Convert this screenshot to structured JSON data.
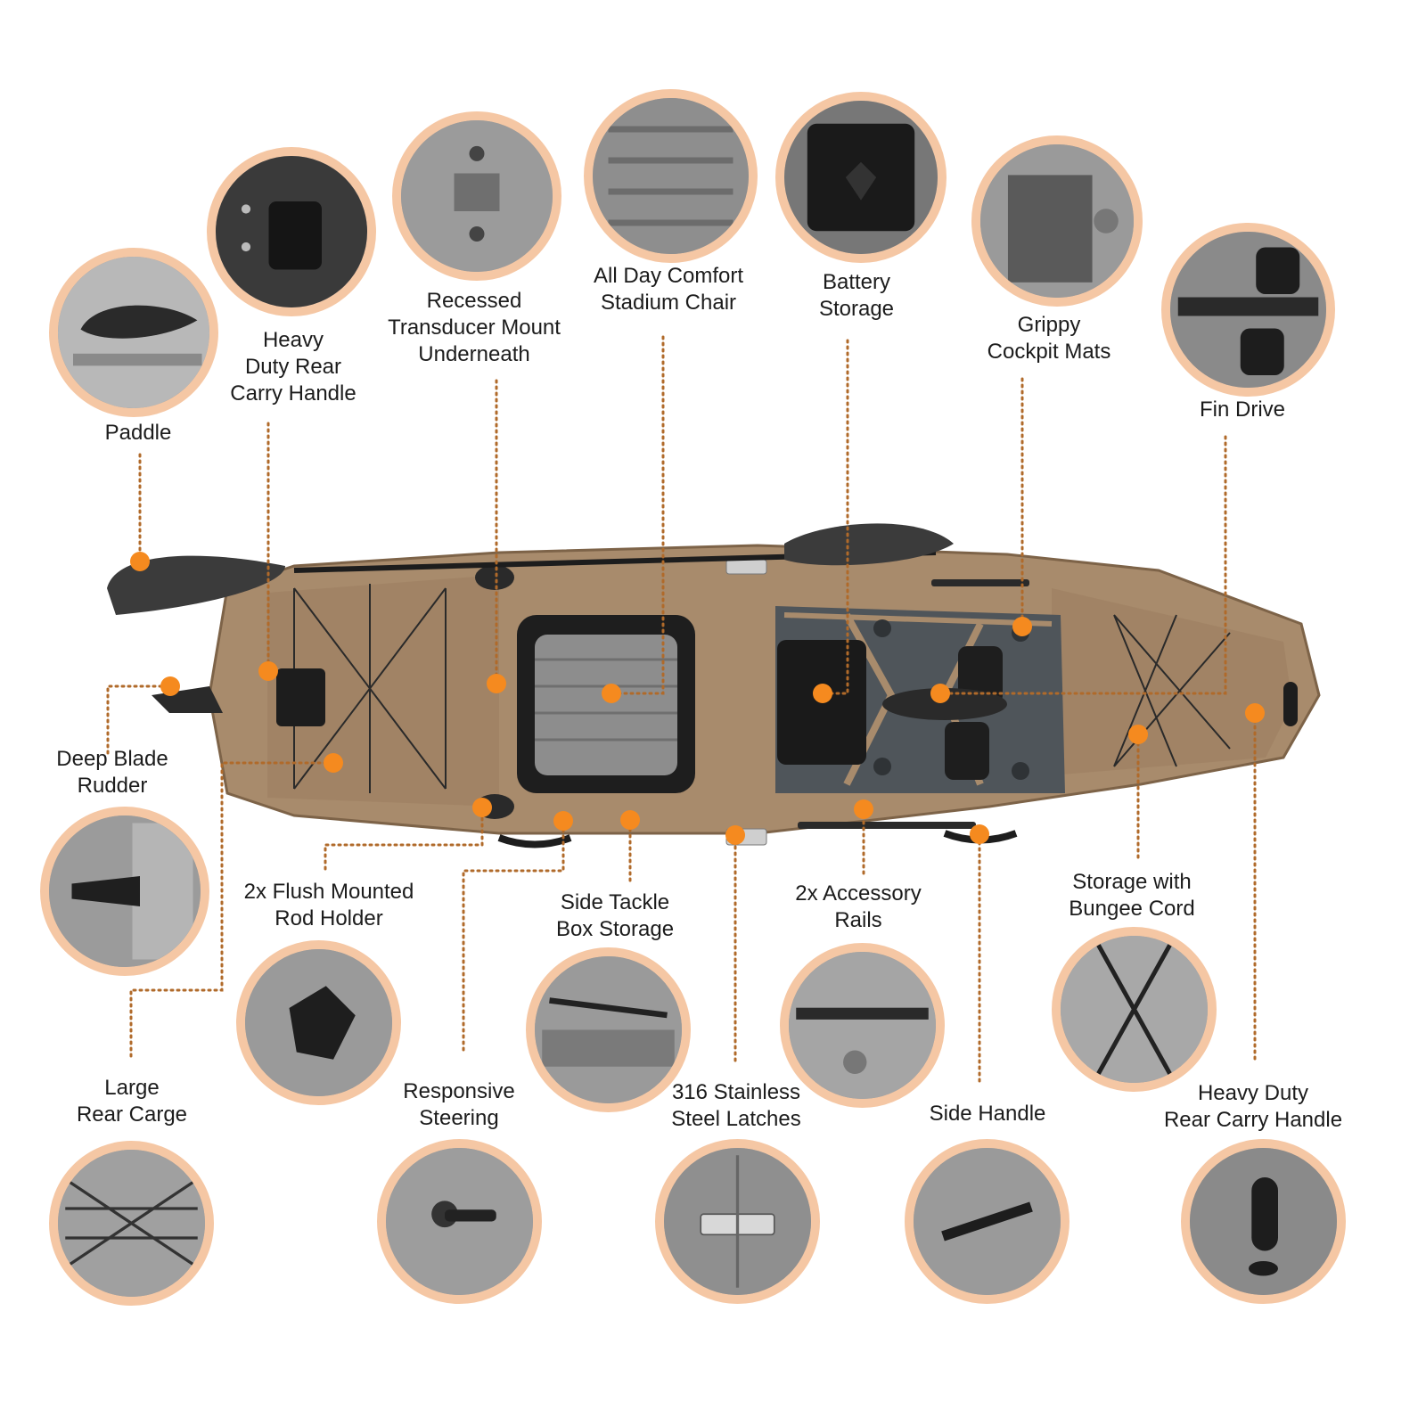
{
  "colors": {
    "accent": "#f58a1f",
    "ring": "#f5c7a4",
    "hull": "#a88b6c",
    "hull_dark": "#7d6348",
    "mat": "#4f555a",
    "line": "#b06a2a"
  },
  "callouts": [
    {
      "id": "paddle",
      "lines": [
        "Paddle"
      ]
    },
    {
      "id": "rear-handle-top",
      "lines": [
        "Heavy",
        "Duty Rear",
        "Carry Handle"
      ]
    },
    {
      "id": "transducer",
      "lines": [
        "Recessed",
        "Transducer Mount",
        "Underneath"
      ]
    },
    {
      "id": "chair",
      "lines": [
        "All Day Comfort",
        "Stadium Chair"
      ]
    },
    {
      "id": "battery",
      "lines": [
        "Battery",
        "Storage"
      ]
    },
    {
      "id": "mats",
      "lines": [
        "Grippy",
        "Cockpit Mats"
      ]
    },
    {
      "id": "fin-drive",
      "lines": [
        "Fin Drive"
      ]
    },
    {
      "id": "rudder",
      "lines": [
        "Deep Blade",
        "Rudder"
      ]
    },
    {
      "id": "rod-holder",
      "lines": [
        "2x Flush Mounted",
        "Rod Holder"
      ]
    },
    {
      "id": "tackle",
      "lines": [
        "Side Tackle",
        "Box Storage"
      ]
    },
    {
      "id": "rails",
      "lines": [
        "2x Accessory",
        "Rails"
      ]
    },
    {
      "id": "bungee",
      "lines": [
        "Storage with",
        "Bungee Cord"
      ]
    },
    {
      "id": "rear-cargo",
      "lines": [
        "Large",
        "Rear Carge"
      ]
    },
    {
      "id": "steering",
      "lines": [
        "Responsive",
        "Steering"
      ]
    },
    {
      "id": "latches",
      "lines": [
        "316 Stainless",
        "Steel Latches"
      ]
    },
    {
      "id": "side-handle",
      "lines": [
        "Side Handle"
      ]
    },
    {
      "id": "rear-handle-bottom",
      "lines": [
        "Heavy Duty",
        "Rear Carry Handle"
      ]
    }
  ]
}
